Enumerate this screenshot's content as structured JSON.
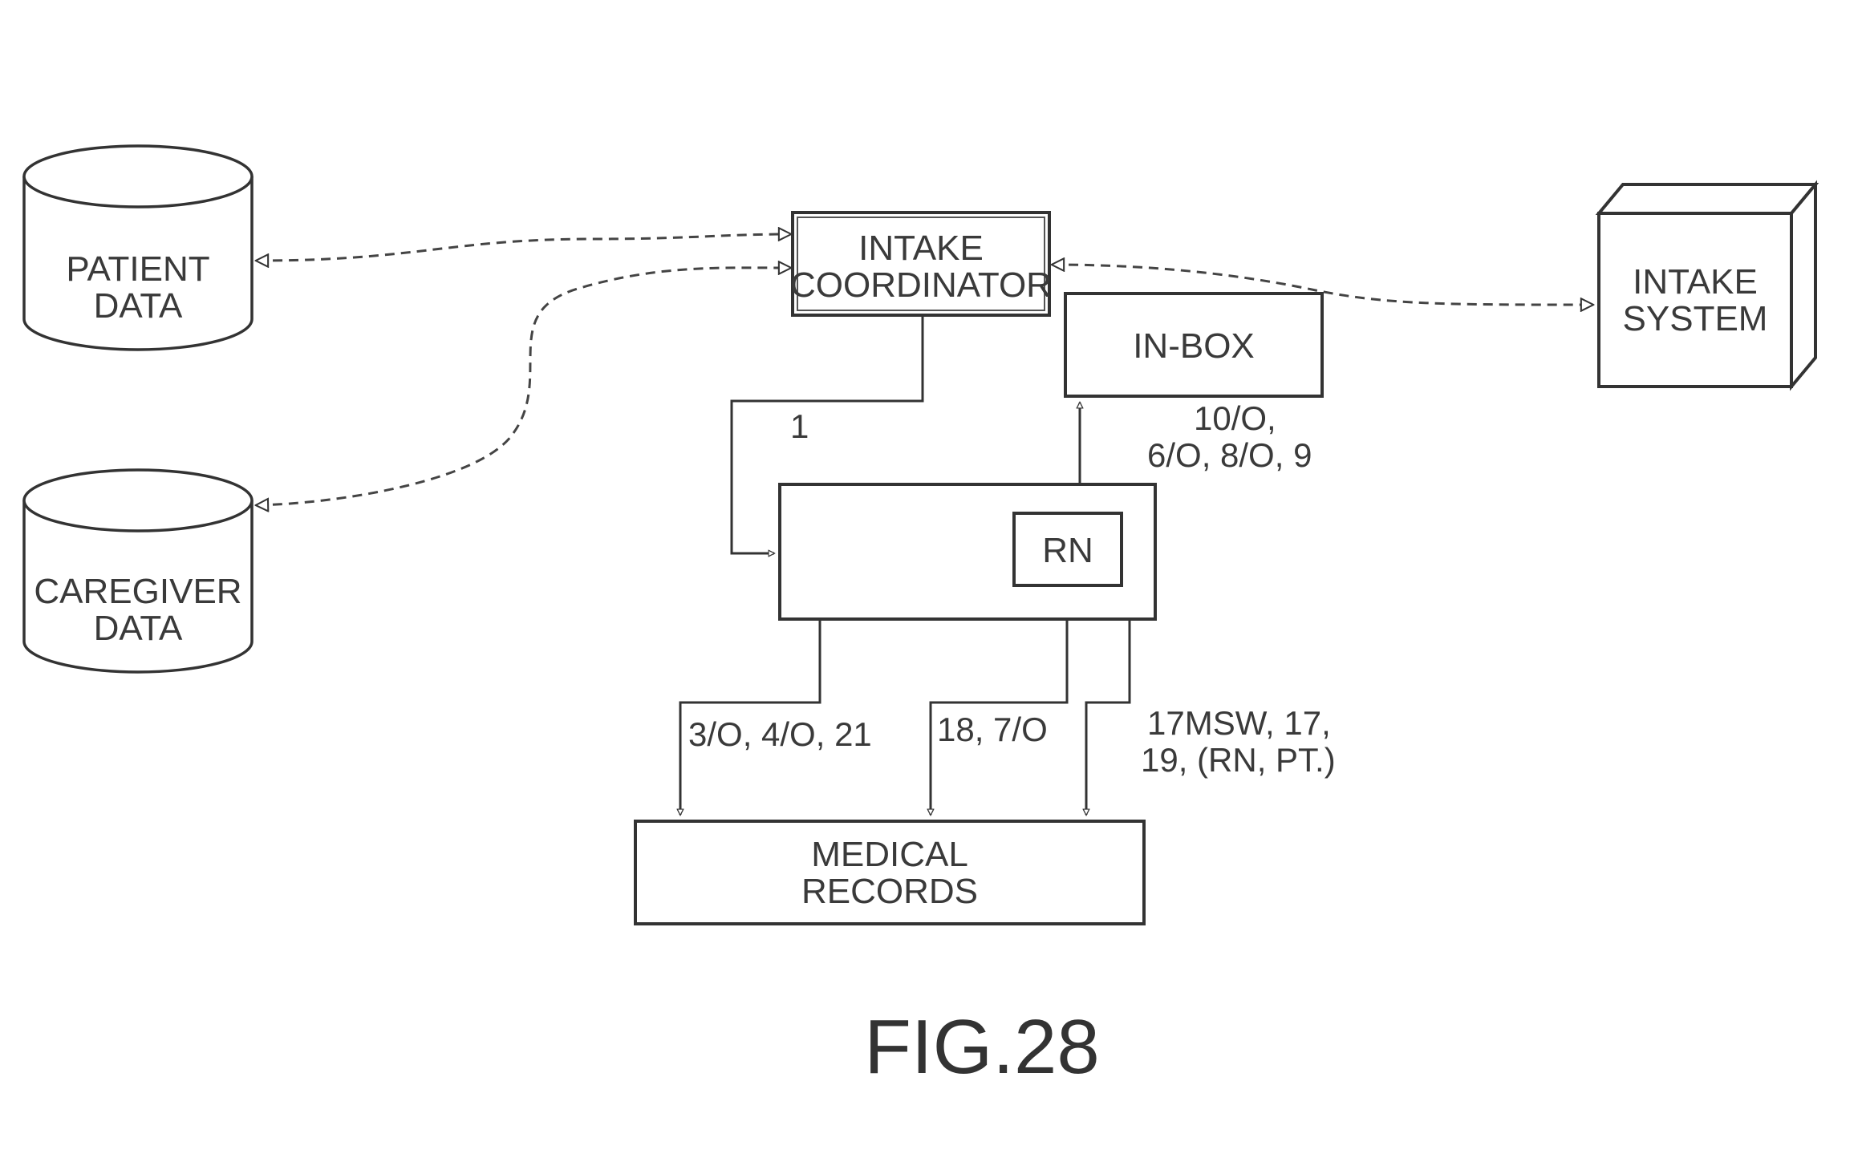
{
  "nodes": {
    "patient_data": {
      "line1": "PATIENT",
      "line2": "DATA"
    },
    "caregiver_data": {
      "line1": "CAREGIVER",
      "line2": "DATA"
    },
    "intake_coordinator": {
      "line1": "INTAKE",
      "line2": "COORDINATOR"
    },
    "intake_system": {
      "line1": "INTAKE",
      "line2": "SYSTEM"
    },
    "in_box": {
      "label": "IN-BOX"
    },
    "rn": {
      "label": "RN"
    },
    "medical_records": {
      "line1": "MEDICAL",
      "line2": "RECORDS"
    }
  },
  "flow_labels": {
    "coordinator_to_rn": "1",
    "to_inbox_line1": "10/O,",
    "to_inbox_line2": "6/O, 8/O, 9",
    "records_left": "3/O, 4/O, 21",
    "records_mid": "18, 7/O",
    "records_right_line1": "17MSW, 17,",
    "records_right_line2": "19, (RN, PT.)"
  },
  "figure_label": "FIG.28",
  "colors": {
    "ink": "#333333",
    "background": "#ffffff"
  }
}
